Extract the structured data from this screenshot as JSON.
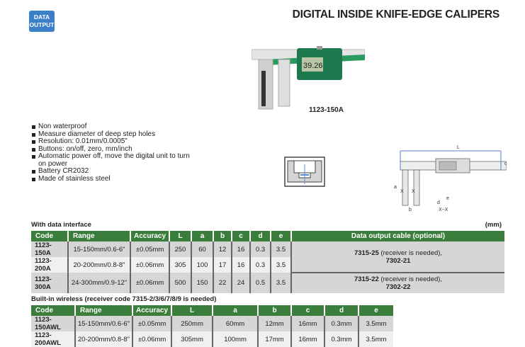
{
  "badge": {
    "line1": "DATA",
    "line2": "OUTPUT"
  },
  "title": "DIGITAL INSIDE KNIFE-EDGE CALIPERS",
  "product_image": {
    "model": "1123-150A",
    "display_reading": "39.26"
  },
  "features": [
    "Non waterproof",
    "Measure diameter of deep step holes",
    "Resolution: 0.01mm/0.0005\"",
    "Buttons: on/off, zero, mm/inch",
    "Automatic power off, move the digital unit to turn on power",
    "Battery CR2032",
    "Made of stainless steel"
  ],
  "diagram_labels": {
    "L": "L",
    "a": "a",
    "b": "b",
    "c": "c",
    "d": "d",
    "e": "e",
    "x": "X",
    "section": "X~X"
  },
  "table1": {
    "heading": "With data interface",
    "unit": "(mm)",
    "columns": [
      "Code",
      "Range",
      "Accuracy",
      "L",
      "a",
      "b",
      "c",
      "d",
      "e",
      "Data output cable (optional)"
    ],
    "rows": [
      [
        "1123-150A",
        "15-150mm/0.6-6\"",
        "±0.05mm",
        "250",
        "60",
        "12",
        "16",
        "0.3",
        "3.5"
      ],
      [
        "1123-200A",
        "20-200mm/0.8-8\"",
        "±0.06mm",
        "305",
        "100",
        "17",
        "16",
        "0.3",
        "3.5"
      ],
      [
        "1123-300A",
        "24-300mm/0.9-12\"",
        "±0.06mm",
        "500",
        "150",
        "22",
        "24",
        "0.5",
        "3.5"
      ]
    ],
    "cables": [
      {
        "code": "7315-25",
        "note": " (receiver is needed),",
        "code2": "7302-21"
      },
      {
        "code": "7315-22",
        "note": " (receiver is needed),",
        "code2": "7302-22"
      }
    ]
  },
  "table2": {
    "heading": "Built-in wireless (receiver code 7315-2/3/6/7/8/9 is needed)",
    "columns": [
      "Code",
      "Range",
      "Accuracy",
      "L",
      "a",
      "b",
      "c",
      "d",
      "e"
    ],
    "rows": [
      [
        "1123-150AWL",
        "15-150mm/0.6-6\"",
        "±0.05mm",
        "250mm",
        "60mm",
        "12mm",
        "16mm",
        "0.3mm",
        "3.5mm"
      ],
      [
        "1123-200AWL",
        "20-200mm/0.8-8\"",
        "±0.06mm",
        "305mm",
        "100mm",
        "17mm",
        "16mm",
        "0.3mm",
        "3.5mm"
      ]
    ]
  },
  "colors": {
    "header_green": "#3b7d3b",
    "badge_blue": "#3a7fc8",
    "caliper_green": "#1f8a5a"
  }
}
